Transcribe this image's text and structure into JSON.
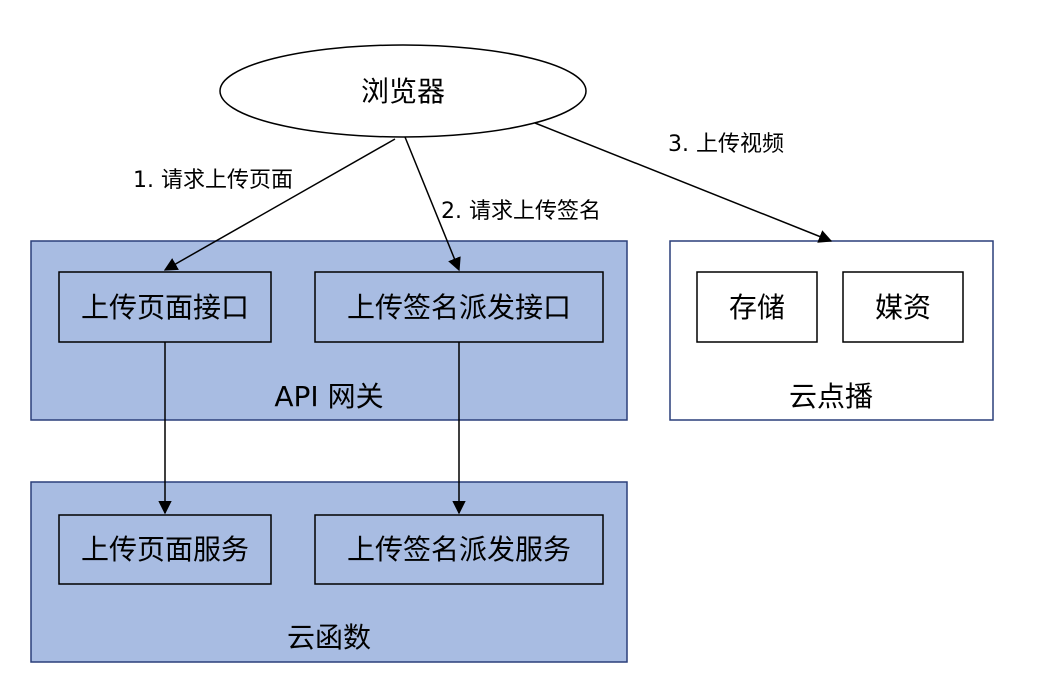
{
  "browser": {
    "label": "浏览器"
  },
  "api_gateway": {
    "label": "API 网关",
    "upload_page_api": "上传页面接口",
    "sign_dispatch_api": "上传签名派发接口"
  },
  "cloud_function": {
    "label": "云函数",
    "upload_page_service": "上传页面服务",
    "sign_dispatch_service": "上传签名派发服务"
  },
  "vod": {
    "label": "云点播",
    "storage": "存储",
    "media": "媒资"
  },
  "edges": {
    "request_page": "1. 请求上传页面",
    "request_signature": "2. 请求上传签名",
    "upload_video": "3. 上传视频"
  },
  "colors": {
    "panel_fill": "#a8bce2",
    "panel_stroke": "#2a3f7a",
    "line": "#000000"
  }
}
